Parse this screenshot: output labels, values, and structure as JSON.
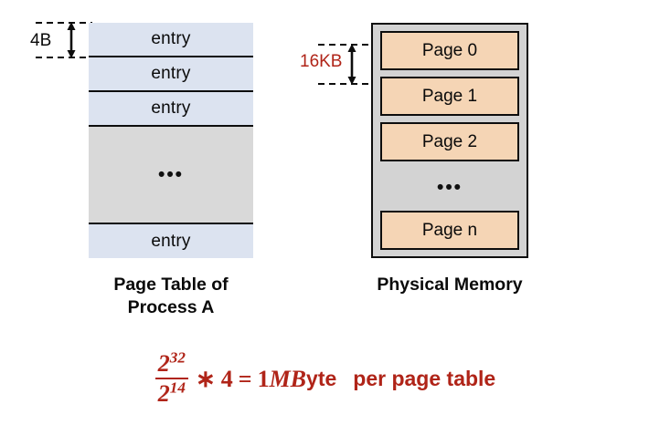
{
  "diagram": {
    "page_table": {
      "caption_line1": "Page Table of",
      "caption_line2": "Process A",
      "entry_label": "entry",
      "ellipsis": "•••",
      "rows": [
        {
          "label": "entry",
          "kind": "entry"
        },
        {
          "label": "entry",
          "kind": "entry"
        },
        {
          "label": "entry",
          "kind": "entry"
        },
        {
          "label": "•••",
          "kind": "filler"
        },
        {
          "label": "entry",
          "kind": "entry"
        }
      ],
      "dimension": {
        "label": "4B",
        "color": "#0a0a0a"
      }
    },
    "physical_memory": {
      "caption": "Physical Memory",
      "ellipsis": "•••",
      "pages": [
        {
          "label": "Page 0"
        },
        {
          "label": "Page 1"
        },
        {
          "label": "Page 2"
        },
        {
          "label": "•••"
        },
        {
          "label": "Page n"
        }
      ],
      "dimension": {
        "label": "16KB",
        "color": "#b02418"
      }
    },
    "formula": {
      "numerator_base": "2",
      "numerator_exp": "32",
      "denominator_base": "2",
      "denominator_exp": "14",
      "multiply_op": "∗",
      "multiplier": "4",
      "equals_op": "=",
      "result_number": "1",
      "result_unit_italic": "MB",
      "result_unit_rest": "yte",
      "trailing_text": "per page table",
      "color": "#b02418"
    }
  },
  "colors": {
    "entry_fill": "#dce3f0",
    "table_body_fill": "#d9d9d9",
    "page_fill": "#f5d5b5",
    "memory_fill": "#d3d3d3",
    "stroke": "#0d0d0d",
    "accent_red": "#b02418",
    "background": "#ffffff"
  }
}
